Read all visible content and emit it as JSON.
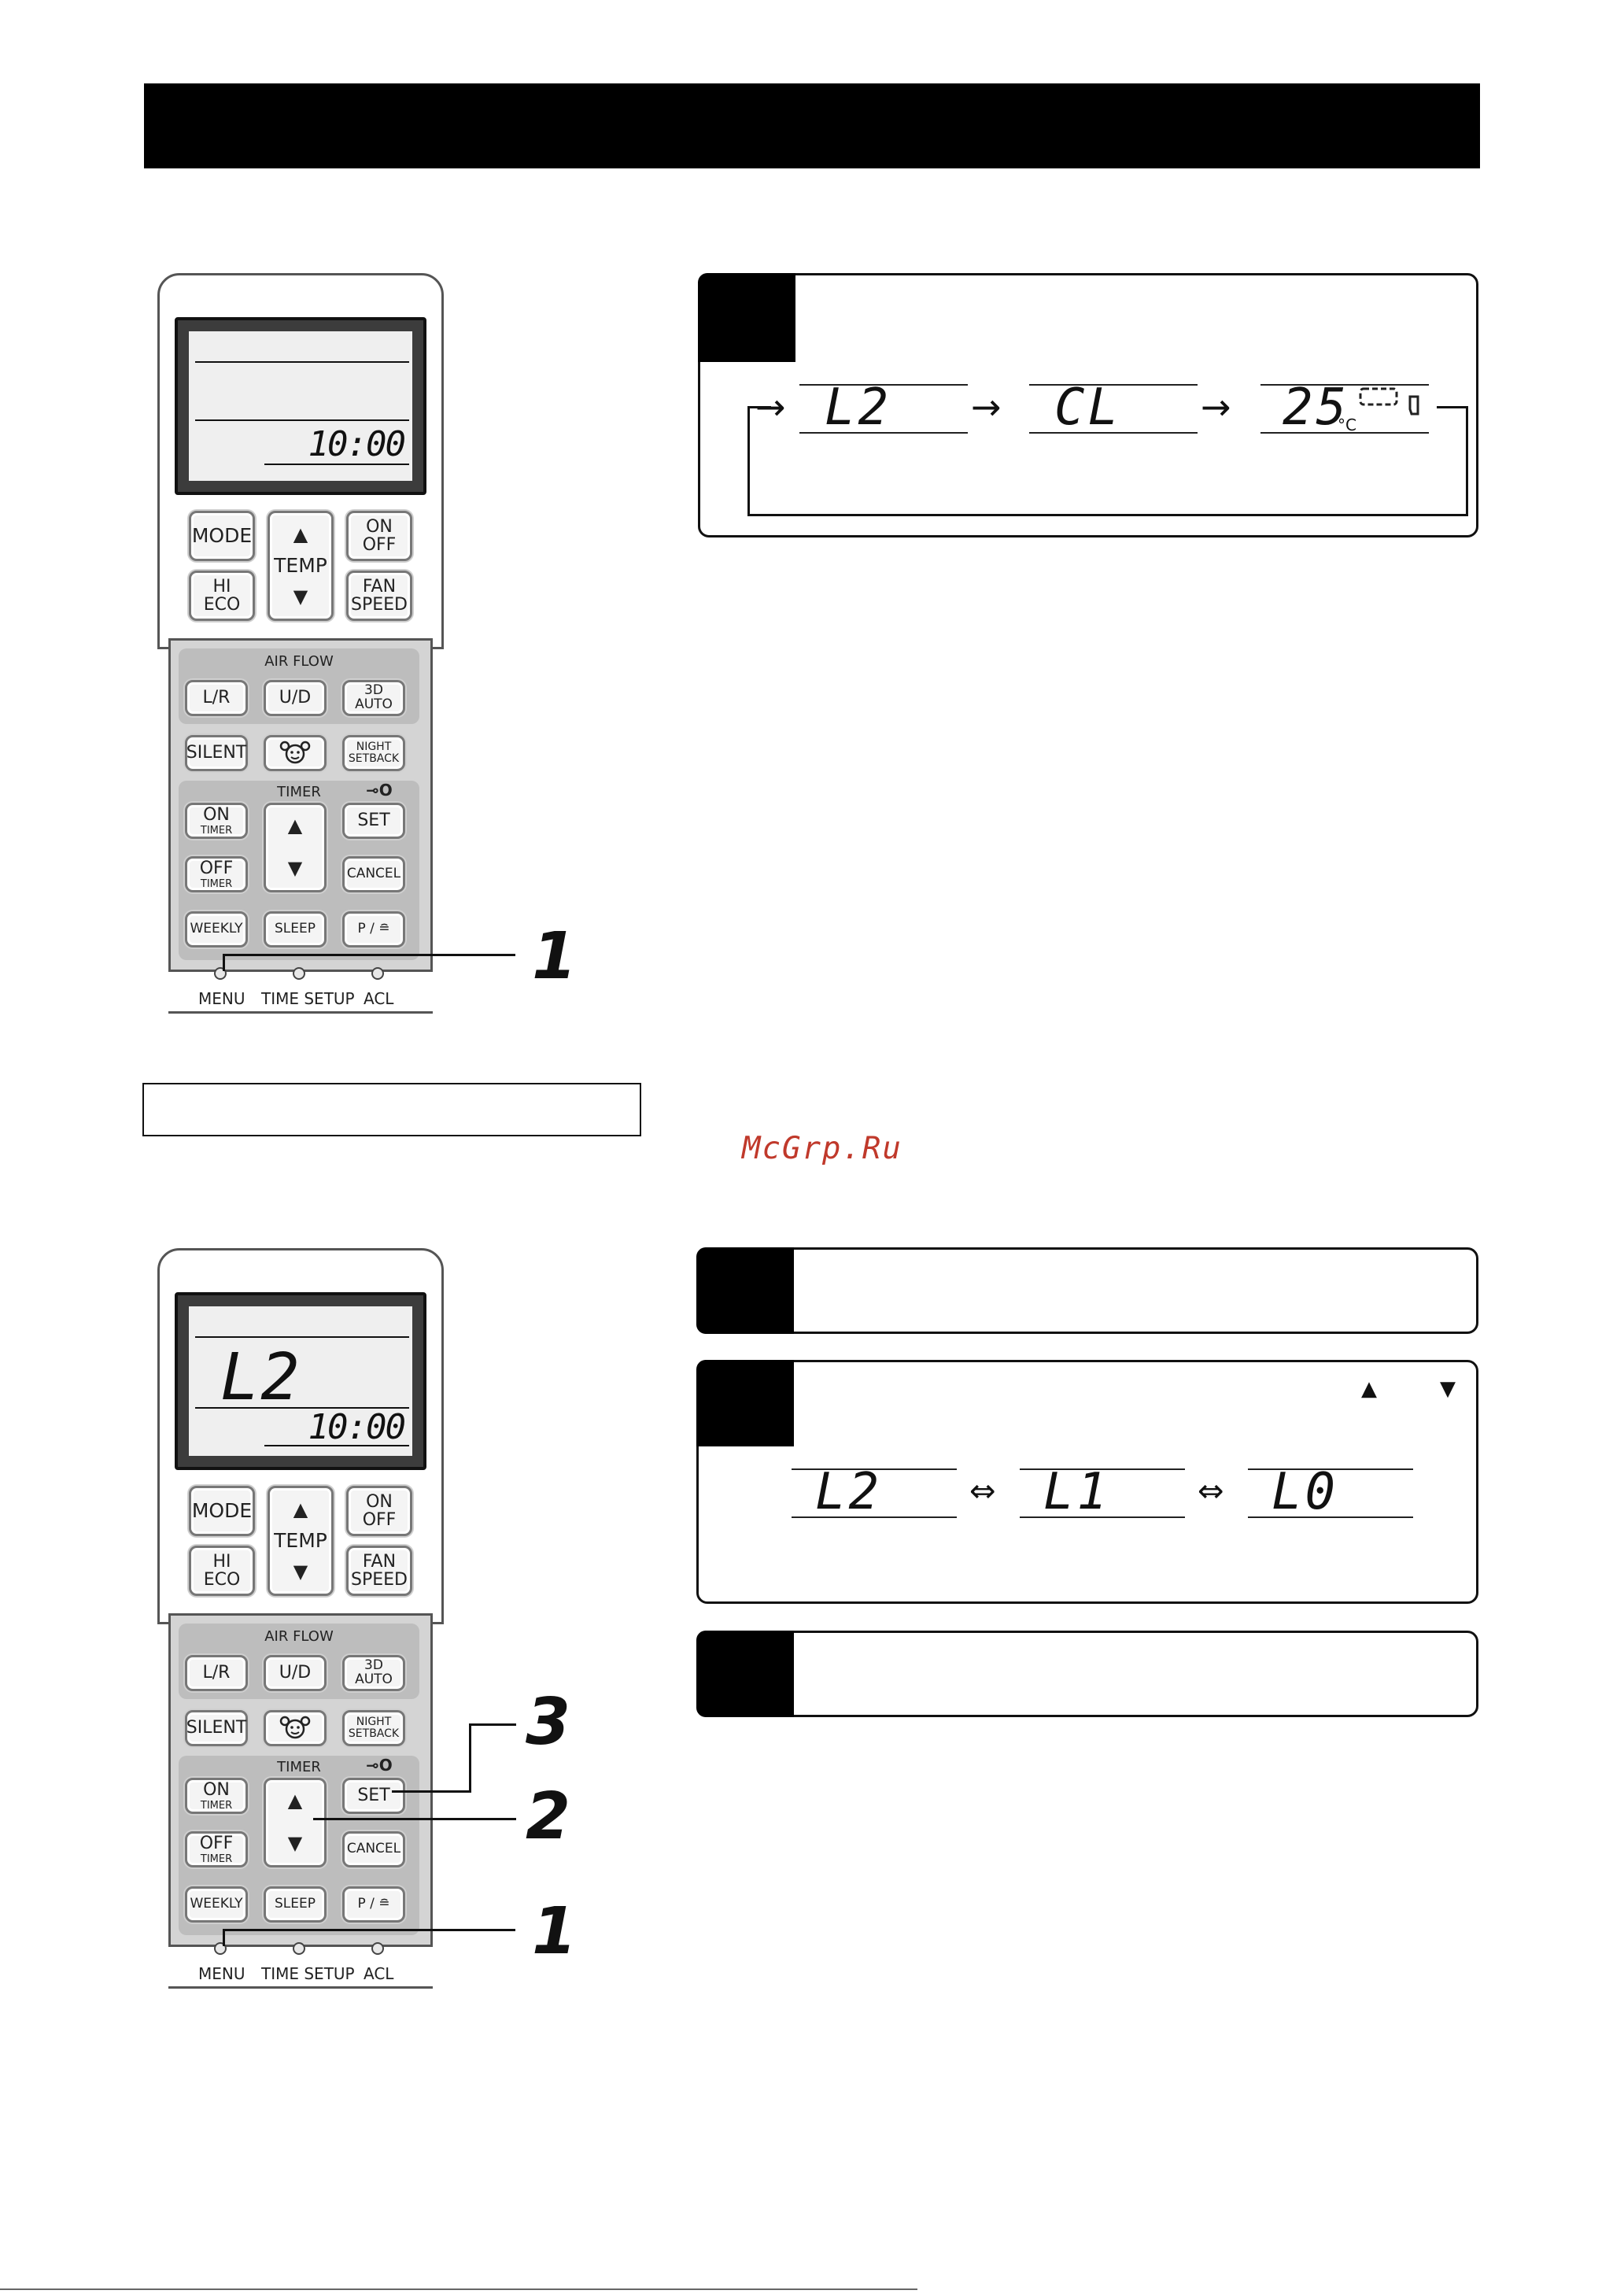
{
  "remote": {
    "clock": "10:00",
    "code_display": "L2",
    "buttons": {
      "mode": "MODE",
      "temp": "TEMP",
      "up_arrow": "▲",
      "down_arrow": "▼",
      "on": "ON",
      "off": "OFF",
      "hi": "HI",
      "eco": "ECO",
      "fan": "FAN",
      "speed": "SPEED",
      "lr": "L/R",
      "ud": "U/D",
      "three_d_auto": "3D AUTO",
      "silent": "SILENT",
      "night": "NIGHT",
      "setback": "SETBACK",
      "timer_on": "ON",
      "timer_off": "OFF",
      "timer_sub": "TIMER",
      "set": "SET",
      "cancel": "CANCEL",
      "weekly": "WEEKLY",
      "sleep": "SLEEP",
      "p_signal": "P / ≘"
    },
    "group_labels": {
      "air_flow": "AIR FLOW",
      "timer": "TIMER"
    },
    "bottom_labels": {
      "menu": "MENU",
      "time_setup": "TIME SETUP",
      "acl": "ACL"
    }
  },
  "steps": {
    "top_sequence": [
      "L2",
      "CL",
      "25"
    ],
    "degree_unit": "°C",
    "level_sequence": [
      "L2",
      "L1",
      "L0"
    ],
    "swap_symbol": "⇔",
    "flow_arrow": "→",
    "arrow_up": "▲",
    "arrow_down": "▼"
  },
  "callouts": {
    "one": "1",
    "two": "2",
    "three": "3"
  },
  "watermark": "McGrp.Ru"
}
